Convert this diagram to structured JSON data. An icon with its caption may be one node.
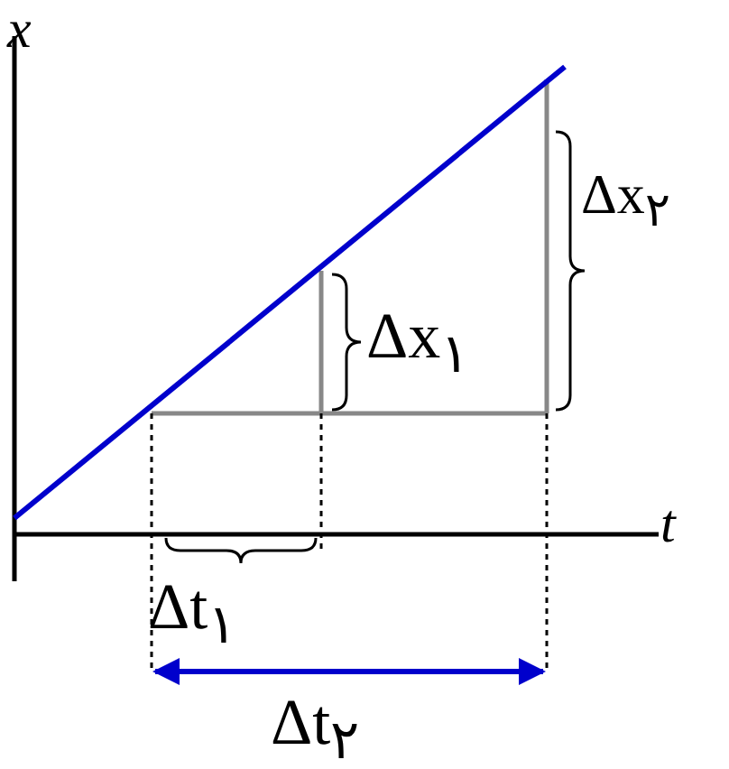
{
  "diagram": {
    "labels": [
      "x",
      "Δx$_{۲}$",
      "Δx$_{۱}$",
      "t",
      "Δt$_{۱}$",
      "Δt$_{۲}$"
    ]
  }
}
